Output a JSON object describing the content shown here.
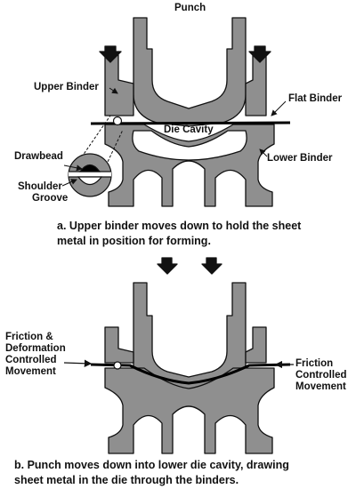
{
  "diagram": {
    "panel_a": {
      "labels": {
        "punch": "Punch",
        "upper_binder": "Upper Binder",
        "flat_binder": "Flat Binder",
        "die_cavity": "Die Cavity",
        "drawbead": "Drawbead",
        "lower_binder": "Lower Binder",
        "shoulder": "Shoulder",
        "groove": "Groove"
      },
      "caption": "a. Upper binder moves down to hold the sheet\nmetal in position for forming."
    },
    "panel_b": {
      "labels": {
        "friction_deformation": "Friction &\nDeformation\nControlled\nMovement",
        "friction_controlled": "Friction\nControlled\nMovement"
      },
      "caption": "b. Punch moves down into lower die cavity, drawing\nsheet metal in the die through the binders."
    },
    "colors": {
      "metal": "#8f8f8f",
      "outline": "#111111",
      "sheet": "#000000",
      "background": "#ffffff"
    }
  }
}
